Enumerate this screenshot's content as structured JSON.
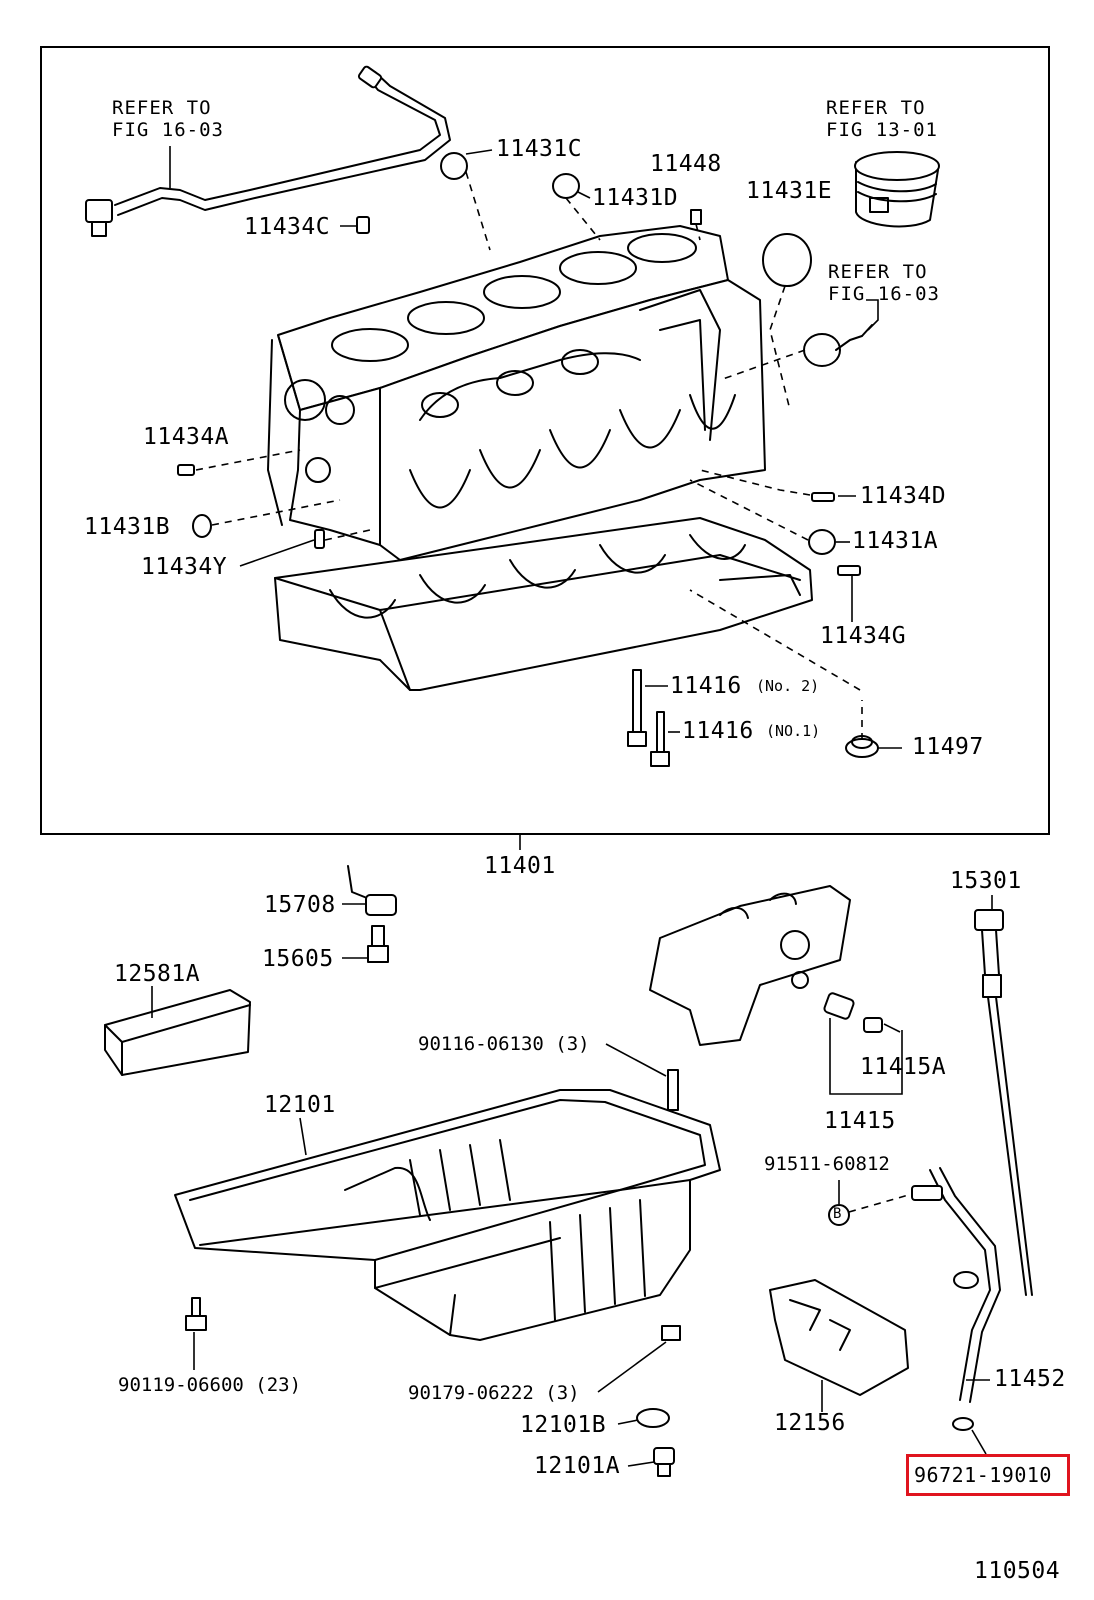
{
  "refs": {
    "oil_level_gauge_guide_ref": "REFER TO\nFIG 16-03",
    "piston_ref": "REFER TO\nFIG 13-01",
    "sensor_ref": "REFER TO\nFIG 16-03"
  },
  "parts": {
    "p11431C": "11431C",
    "p11448": "11448",
    "p11431D": "11431D",
    "p11431E": "11431E",
    "p11434C": "11434C",
    "p11434A": "11434A",
    "p11431B": "11431B",
    "p11434Y": "11434Y",
    "p11434D": "11434D",
    "p11431A": "11431A",
    "p11434G": "11434G",
    "p11416a": "11416",
    "p11416a_note": "(No. 2)",
    "p11416b": "11416",
    "p11416b_note": "(NO.1)",
    "p11497": "11497",
    "p11401": "11401",
    "p15301": "15301",
    "p15708": "15708",
    "p15605": "15605",
    "p12581A": "12581A",
    "p90116": "90116-06130 (3)",
    "p11415A": "11415A",
    "p11415": "11415",
    "p12101": "12101",
    "p91511": "91511-60812",
    "p90119": "90119-06600 (23)",
    "p90179": "90179-06222 (3)",
    "p12101B": "12101B",
    "p12101A": "12101A",
    "p12156": "12156",
    "p11452": "11452",
    "p96721": "96721-19010",
    "bolt_mark": "B",
    "figure_id": "110504"
  },
  "colors": {
    "highlight": "#e0141e",
    "line": "#000000",
    "background": "#ffffff"
  }
}
